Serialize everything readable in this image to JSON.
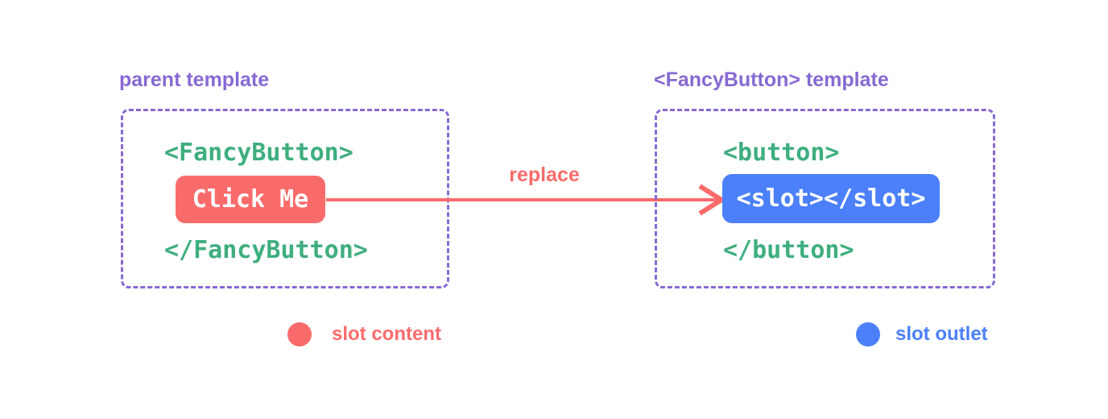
{
  "colors": {
    "purple": "#8769d2",
    "green": "#3fae7f",
    "red": "#f96b6b",
    "blue": "#4b80fa",
    "background": "#ffffff",
    "button_text": "#ffffff"
  },
  "parent_panel": {
    "title": "parent template",
    "code_open": "<FancyButton>",
    "button_label": "Click Me",
    "code_close": "</FancyButton>"
  },
  "arrow": {
    "label": "replace"
  },
  "fancy_button_panel": {
    "title": "<FancyButton> template",
    "code_open": "<button>",
    "slot_label": "<slot></slot>",
    "code_close": "</button>"
  },
  "legend": {
    "slot_content": {
      "label": "slot content"
    },
    "slot_outlet": {
      "label": "slot outlet"
    }
  }
}
